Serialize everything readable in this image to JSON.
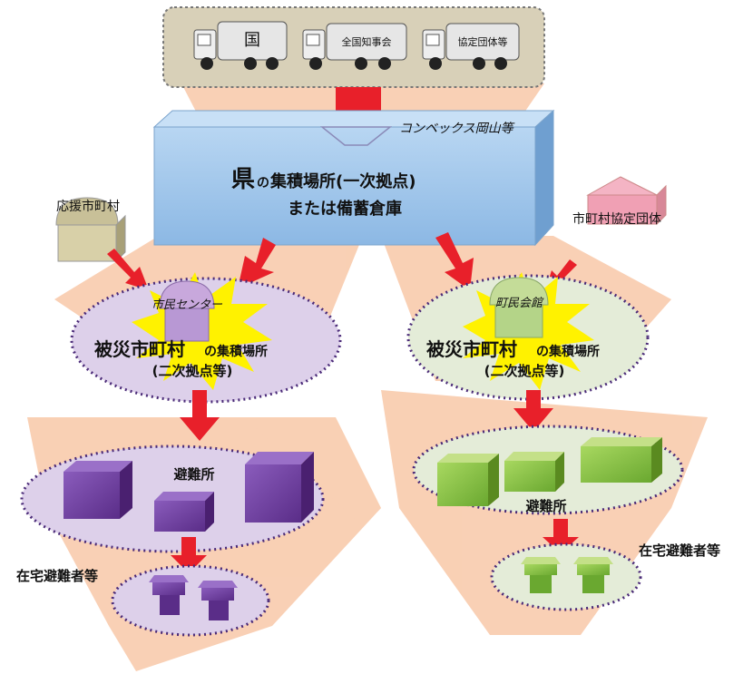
{
  "suppliers": {
    "truck_1": "国",
    "truck_2": "全国知事会",
    "truck_3": "協定団体等"
  },
  "prefecture": {
    "example": "コンベックス岡山等",
    "line1_big": "県",
    "line1_small": "の",
    "line1_rest": "集積場所(一次拠点)",
    "line2": "または備蓄倉庫"
  },
  "support_left": "応援市町村",
  "support_right": "市町村協定団体",
  "left_center": {
    "building": "市民センター",
    "title_big": "被災市町村",
    "title_small": "の集積場所",
    "subtitle": "(二次拠点等)"
  },
  "right_center": {
    "building": "町民会館",
    "title_big": "被災市町村",
    "title_small": "の集積場所",
    "subtitle": "(二次拠点等)"
  },
  "shelter_left": "避難所",
  "shelter_right": "避難所",
  "home_left": "在宅避難者等",
  "home_right": "在宅避難者等",
  "colors": {
    "flow": "#f8c8a8",
    "arrow": "#e8202a",
    "warehouse": "#9fc4ea",
    "purple": "#6b3c9a",
    "green": "#8cc63f",
    "star": "#fff200"
  }
}
